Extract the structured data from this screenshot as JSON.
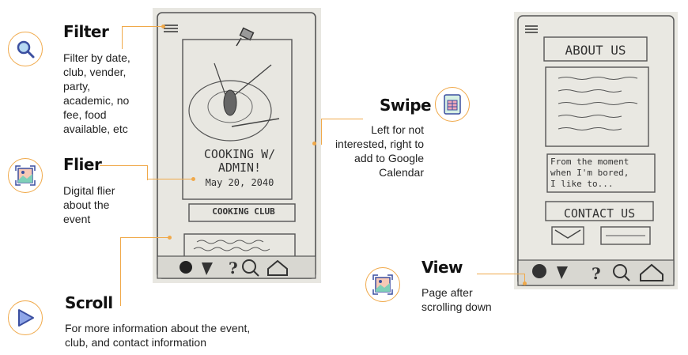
{
  "annotations": {
    "filter": {
      "title": "Filter",
      "desc": [
        "Filter by date,",
        "club, vender,",
        "party,",
        "academic, no",
        "fee, food",
        "available, etc"
      ]
    },
    "flier": {
      "title": "Flier",
      "desc": [
        "Digital flier",
        "about the",
        "event"
      ]
    },
    "scroll": {
      "title": "Scroll",
      "desc": [
        "For more information about the event,",
        "club, and contact information"
      ]
    },
    "swipe": {
      "title": "Swipe",
      "desc": [
        "Left for not",
        "interested, right to",
        "add to Google",
        "Calendar"
      ]
    },
    "view": {
      "title": "View",
      "desc": [
        "Page after",
        "scrolling down"
      ]
    }
  },
  "sketch_left": {
    "flier_text": [
      "COOKING W/",
      "ADMIN!"
    ],
    "flier_date": "May 20, 2040",
    "club_label": "COOKING CLUB"
  },
  "sketch_right": {
    "about_label": "ABOUT US",
    "note_text": [
      "From the moment",
      "when I'm bored,",
      "I like to..."
    ],
    "contact_label": "CONTACT US"
  },
  "colors": {
    "accent": "#f0a94a",
    "paper": "#e9e8e2",
    "pencil": "#3a3a3a"
  }
}
